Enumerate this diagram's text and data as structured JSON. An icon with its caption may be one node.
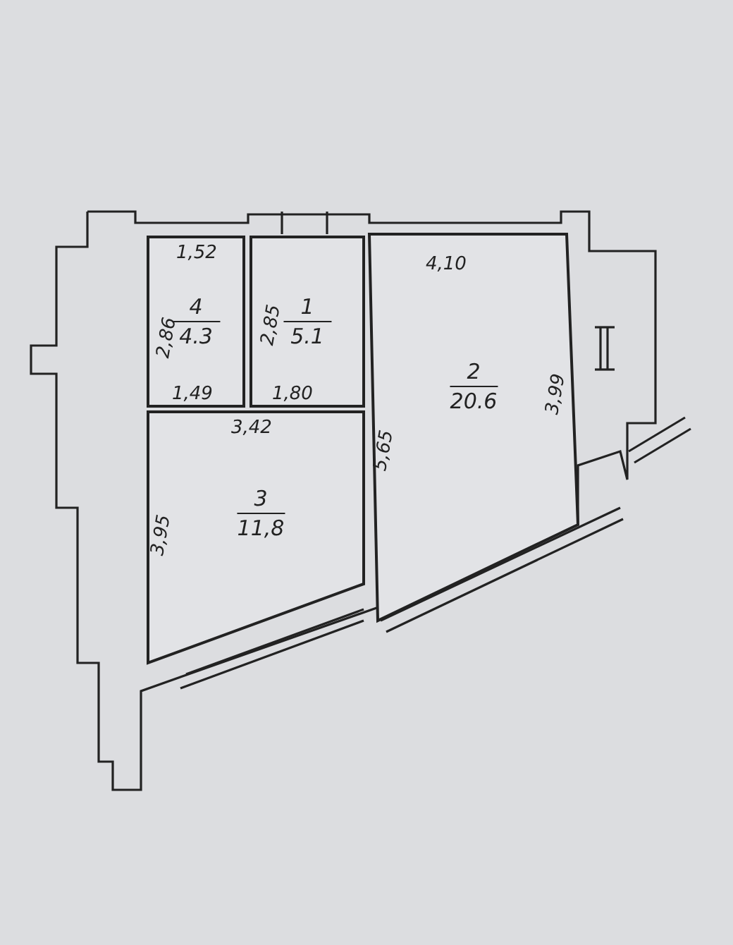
{
  "diagram": {
    "nodes": [
      {
        "text": [
          "4",
          "4.3"
        ]
      },
      {
        "text": [
          "1",
          "5.1"
        ]
      },
      {
        "text": [
          "2",
          "20.6"
        ]
      },
      {
        "text": [
          "3",
          "11,8"
        ]
      }
    ],
    "labels": [
      "1,52",
      "2,86",
      "1,49",
      "2,85",
      "1,80",
      "4,10",
      "3,99",
      "3,42",
      "5,65",
      "3,95"
    ]
  }
}
